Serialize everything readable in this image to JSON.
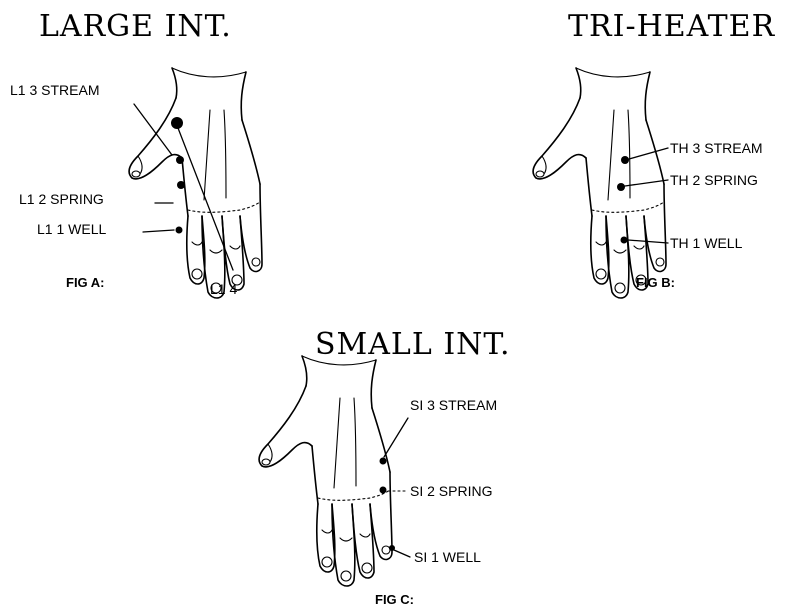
{
  "figure_a": {
    "title": "LARGE INT.",
    "labels": {
      "stream": "L1 3 STREAM",
      "spring": "L1 2 SPRING",
      "well": "L1 1 WELL",
      "point4": "L1 4"
    },
    "caption": "FIG A:"
  },
  "figure_b": {
    "title": "TRI-HEATER",
    "labels": {
      "stream": "TH 3 STREAM",
      "spring": "TH 2 SPRING",
      "well": "TH 1 WELL"
    },
    "caption": "FIG B:"
  },
  "figure_c": {
    "title": "SMALL INT.",
    "labels": {
      "stream": "SI 3 STREAM",
      "spring": "SI 2 SPRING",
      "well": "SI 1 WELL"
    },
    "caption": "FIG C:"
  }
}
